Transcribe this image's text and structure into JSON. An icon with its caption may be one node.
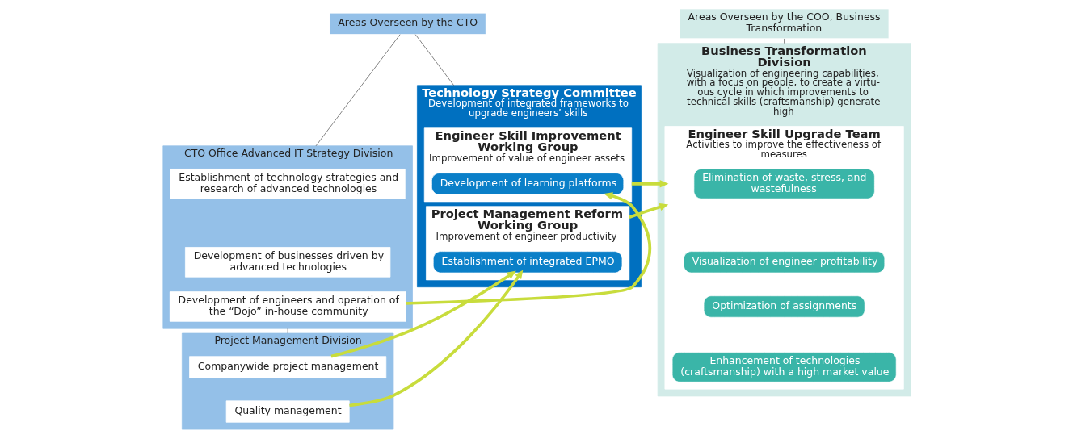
{
  "diagram": {
    "nodes": [
      {
        "text": [
          "Areas Overseen by the CTO"
        ]
      },
      {
        "text": [
          "Areas Overseen by the COO, Business Transformation"
        ]
      },
      {
        "text": [
          "CTO Office Advanced IT Strategy Division"
        ]
      },
      {
        "text": [
          "Establishment of technology strategies and research of advanced technologies"
        ],
        "in": 2
      },
      {
        "text": [
          "Development of businesses driven by advanced technologies"
        ],
        "in": 2
      },
      {
        "text": [
          "Development of engineers and operation of the “Dojo” in-house community"
        ],
        "in": 2
      },
      {
        "text": [
          "Technology Strategy Committee",
          "Development of integrated frameworks to upgrade engineers’ skills"
        ]
      },
      {
        "text": [
          "Engineer Skill Improvement Working Group",
          "Improvement of value of engineer assets"
        ],
        "in": 6
      },
      {
        "text": [
          "Development of learning platforms"
        ],
        "in": 7
      },
      {
        "text": [
          "Project Management Reform Working Group",
          "Improvement of engineer productivity"
        ],
        "in": 6
      },
      {
        "text": [
          "Establishment of integrated EPMO"
        ],
        "in": 9
      },
      {
        "text": [
          "Project Management Division"
        ]
      },
      {
        "text": [
          "Companywide project management"
        ],
        "in": 11
      },
      {
        "text": [
          "Quality management"
        ],
        "in": 11
      },
      {
        "text": [
          "Business Transformation Division",
          "Visualization of engineering capabilities, with a focus on people, to create a virtu- ous cycle in which improvements to technical skills (craftsmanship) generate high"
        ]
      },
      {
        "text": [
          "Engineer Skill Upgrade Team",
          "Activities to improve the effectiveness of measures"
        ],
        "in": 14
      },
      {
        "text": [
          "Elimination of waste, stress, and wastefulness"
        ],
        "in": 15
      },
      {
        "text": [
          "Visualization of engineer profitability"
        ],
        "in": 15
      },
      {
        "text": [
          "Optimization of assignments"
        ],
        "in": 15
      },
      {
        "text": [
          "Enhancement of technologies (craftsmanship) with a high market value"
        ],
        "in": 15
      }
    ],
    "edges": [
      {
        "from": 0,
        "to": 2,
        "arrow": "none",
        "color": "#555555"
      },
      {
        "from": 0,
        "to": 6,
        "arrow": "none",
        "color": "#555555"
      },
      {
        "from": 2,
        "to": 11,
        "arrow": "none",
        "color": "#555555"
      },
      {
        "from": 1,
        "to": 14,
        "arrow": "none",
        "color": "#555555"
      },
      {
        "from": 5,
        "to": 8,
        "arrow": "to"
      },
      {
        "from": 12,
        "to": 10,
        "arrow": "to"
      },
      {
        "from": 13,
        "to": 10,
        "arrow": "to"
      },
      {
        "from": 7,
        "to": 15,
        "arrow": "to"
      },
      {
        "from": 9,
        "to": 15,
        "arrow": "to"
      }
    ]
  }
}
